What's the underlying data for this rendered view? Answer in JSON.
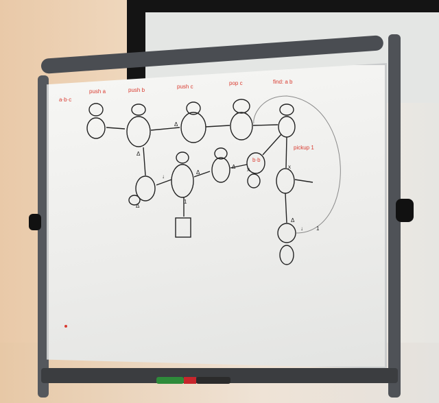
{
  "scene": {
    "description_free": true
  },
  "labels": {
    "state_1": "a·b·c",
    "state_2": "push a",
    "state_3": "push b",
    "state_4": "push c",
    "state_5": "pop c",
    "state_6": "find: a b",
    "state_7": "pickup 1",
    "state_8": "b·b",
    "t_delta": "Δ",
    "t_1": "1",
    "t_down": "↓",
    "t_x": "x"
  },
  "colors": {
    "board": "#f3f3f1",
    "ink_black": "#222222",
    "ink_red": "#d93a2f",
    "frame": "#4a4d52"
  },
  "markers": [
    {
      "color": "#2e8b3a"
    },
    {
      "color": "#c7262c"
    },
    {
      "color": "#2b2b2b"
    }
  ]
}
